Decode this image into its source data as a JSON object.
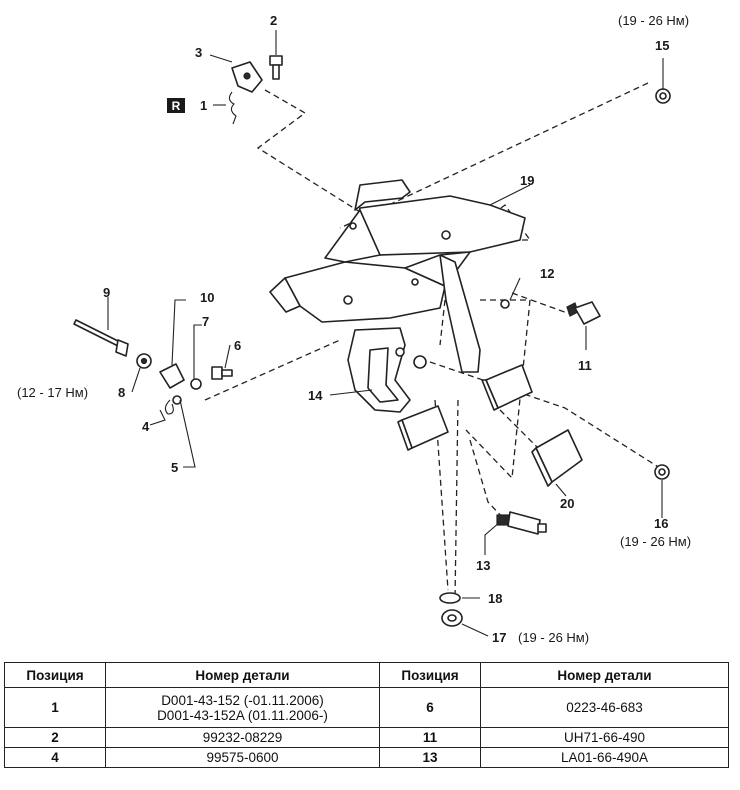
{
  "diagram": {
    "callouts": [
      {
        "id": "c1",
        "number": "1"
      },
      {
        "id": "c2",
        "number": "2"
      },
      {
        "id": "c3",
        "number": "3"
      },
      {
        "id": "c4",
        "number": "4"
      },
      {
        "id": "c5",
        "number": "5"
      },
      {
        "id": "c6",
        "number": "6"
      },
      {
        "id": "c7",
        "number": "7"
      },
      {
        "id": "c8",
        "number": "8"
      },
      {
        "id": "c9",
        "number": "9"
      },
      {
        "id": "c10",
        "number": "10"
      },
      {
        "id": "c11",
        "number": "11"
      },
      {
        "id": "c12",
        "number": "12"
      },
      {
        "id": "c13",
        "number": "13"
      },
      {
        "id": "c14",
        "number": "14"
      },
      {
        "id": "c15",
        "number": "15"
      },
      {
        "id": "c16",
        "number": "16"
      },
      {
        "id": "c17",
        "number": "17"
      },
      {
        "id": "c18",
        "number": "18"
      },
      {
        "id": "c19",
        "number": "19"
      },
      {
        "id": "c20",
        "number": "20"
      }
    ],
    "replace_badge": "R",
    "torques": {
      "t15": "(19 - 26 Нм)",
      "t8": "(12 - 17 Нм)",
      "t16": "(19 - 26 Нм)",
      "t17": "(19 - 26 Нм)"
    }
  },
  "table": {
    "headers": [
      "Позиция",
      "Номер детали",
      "Позиция",
      "Номер детали"
    ],
    "rows": [
      {
        "pos1": "1",
        "part1_lines": [
          "D001-43-152 (-01.11.2006)",
          "D001-43-152A (01.11.2006-)"
        ],
        "pos2": "6",
        "part2": "0223-46-683"
      },
      {
        "pos1": "2",
        "part1_lines": [
          "99232-08229"
        ],
        "pos2": "11",
        "part2": "UH71-66-490"
      },
      {
        "pos1": "4",
        "part1_lines": [
          "99575-0600"
        ],
        "pos2": "13",
        "part2": "LA01-66-490A"
      }
    ]
  }
}
